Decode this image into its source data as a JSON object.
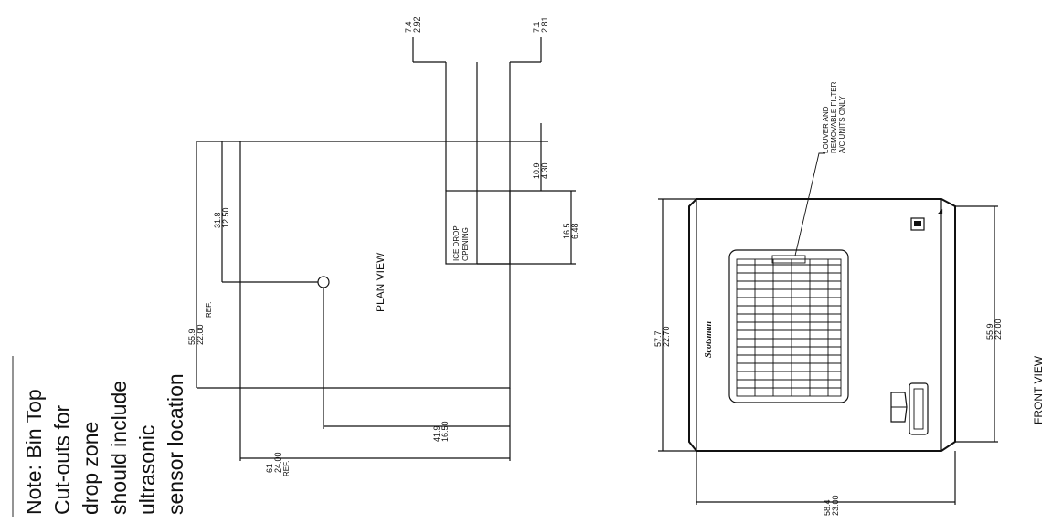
{
  "note": {
    "lines": [
      "Note: Bin Top",
      "Cut-outs for",
      "drop zone",
      "should include",
      "ultrasonic",
      "sensor location"
    ]
  },
  "plan_view": {
    "title": "PLAN VIEW",
    "ice_drop_opening": [
      "ICE DROP",
      "OPENING"
    ],
    "dims": {
      "top_left": {
        "mm": "7.4",
        "in": "2.92"
      },
      "top_right": {
        "mm": "7.1",
        "in": "2.81"
      },
      "right_upper": {
        "mm": "10.9",
        "in": "4.30"
      },
      "right_lower": {
        "mm": "16.5",
        "in": "6.48"
      },
      "left_upper": {
        "mm": "31.8",
        "in": "12.50"
      },
      "left_outer": {
        "mm": "55.9",
        "in": "22.00",
        "ref": "REF."
      },
      "bottom_inner": {
        "mm": "41.9",
        "in": "16.50"
      },
      "bottom_outer": {
        "mm": "61",
        "in": "24.00",
        "ref": "REF."
      }
    }
  },
  "front_view": {
    "title": "FRONT VIEW",
    "brand": "Scotsman",
    "louver_note": [
      "LOUVER AND",
      "REMOVABLE FILTER",
      "A/C UNITS ONLY"
    ],
    "dims": {
      "left": {
        "mm": "57.7",
        "in": "22.70"
      },
      "right": {
        "mm": "55.9",
        "in": "22.00"
      },
      "bottom": {
        "mm": "58.4",
        "in": "23.00"
      }
    }
  }
}
